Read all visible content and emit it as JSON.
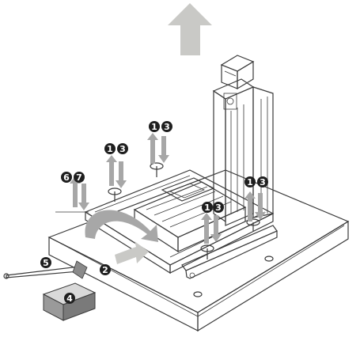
{
  "colors": {
    "line": "#3a3a3a",
    "arrow_fill": "#a7a7a7",
    "arrow_light": "#c9c9c6",
    "badge": "#1f1f1f",
    "badge_text": "#ffffff",
    "box_fill": "#8a8a8a"
  },
  "callouts": {
    "knob_center_left": {
      "first": "1",
      "second": "3"
    },
    "knob_center_top": {
      "first": "1",
      "second": "3"
    },
    "knob_left": {
      "first": "6",
      "second": "7"
    },
    "knob_right_tower": {
      "first": "1",
      "second": "3"
    },
    "knob_front": {
      "first": "1",
      "second": "3"
    },
    "push_arrow": "2",
    "box": "4",
    "tool": "5"
  },
  "icons": {
    "up_arrow": "up-arrow-icon",
    "down_arrow": "down-arrow-icon",
    "lift_arrow": "large-up-arrow-icon",
    "curved_arrow": "curved-arrow-icon",
    "push_arrow": "push-arrow-icon"
  }
}
